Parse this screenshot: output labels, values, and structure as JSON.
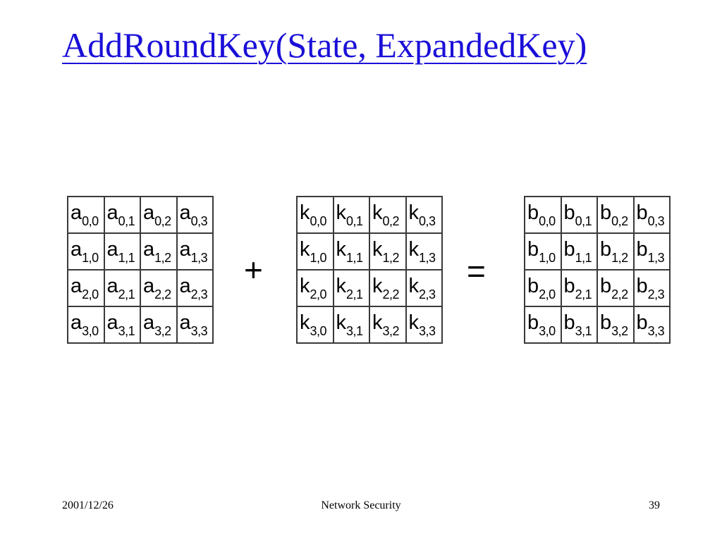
{
  "slide": {
    "title": "AddRoundKey(State, ExpandedKey)",
    "operators": {
      "plus": "+",
      "equals": "="
    },
    "footer": {
      "date": "2001/12/26",
      "center": "Network Security",
      "page": "39"
    }
  },
  "matrices": [
    {
      "name": "state",
      "cells": [
        [
          {
            "base": "a",
            "sub": "0,0"
          },
          {
            "base": "a",
            "sub": "0,1"
          },
          {
            "base": "a",
            "sub": "0,2"
          },
          {
            "base": "a",
            "sub": "0,3"
          }
        ],
        [
          {
            "base": "a",
            "sub": "1,0"
          },
          {
            "base": "a",
            "sub": "1,1"
          },
          {
            "base": "a",
            "sub": "1,2"
          },
          {
            "base": "a",
            "sub": "1,3"
          }
        ],
        [
          {
            "base": "a",
            "sub": "2,0"
          },
          {
            "base": "a",
            "sub": "2,1"
          },
          {
            "base": "a",
            "sub": "2,2"
          },
          {
            "base": "a",
            "sub": "2,3"
          }
        ],
        [
          {
            "base": "a",
            "sub": "3,0"
          },
          {
            "base": "a",
            "sub": "3,1"
          },
          {
            "base": "a",
            "sub": "3,2"
          },
          {
            "base": "a",
            "sub": "3,3"
          }
        ]
      ]
    },
    {
      "name": "key",
      "cells": [
        [
          {
            "base": "k",
            "sub": "0,0"
          },
          {
            "base": "k",
            "sub": "0,1"
          },
          {
            "base": "k",
            "sub": "0,2"
          },
          {
            "base": "k",
            "sub": "0,3"
          }
        ],
        [
          {
            "base": "k",
            "sub": "1,0"
          },
          {
            "base": "k",
            "sub": "1,1"
          },
          {
            "base": "k",
            "sub": "1,2"
          },
          {
            "base": "k",
            "sub": "1,3"
          }
        ],
        [
          {
            "base": "k",
            "sub": "2,0"
          },
          {
            "base": "k",
            "sub": "2,1"
          },
          {
            "base": "k",
            "sub": "2,2"
          },
          {
            "base": "k",
            "sub": "2,3"
          }
        ],
        [
          {
            "base": "k",
            "sub": "3,0"
          },
          {
            "base": "k",
            "sub": "3,1"
          },
          {
            "base": "k",
            "sub": "3,2"
          },
          {
            "base": "k",
            "sub": "3,3"
          }
        ]
      ]
    },
    {
      "name": "result",
      "cells": [
        [
          {
            "base": "b",
            "sub": "0,0"
          },
          {
            "base": "b",
            "sub": "0,1"
          },
          {
            "base": "b",
            "sub": "0,2"
          },
          {
            "base": "b",
            "sub": "0,3"
          }
        ],
        [
          {
            "base": "b",
            "sub": "1,0"
          },
          {
            "base": "b",
            "sub": "1,1"
          },
          {
            "base": "b",
            "sub": "1,2"
          },
          {
            "base": "b",
            "sub": "1,3"
          }
        ],
        [
          {
            "base": "b",
            "sub": "2,0"
          },
          {
            "base": "b",
            "sub": "2,1"
          },
          {
            "base": "b",
            "sub": "2,2"
          },
          {
            "base": "b",
            "sub": "2,3"
          }
        ],
        [
          {
            "base": "b",
            "sub": "3,0"
          },
          {
            "base": "b",
            "sub": "3,1"
          },
          {
            "base": "b",
            "sub": "3,2"
          },
          {
            "base": "b",
            "sub": "3,3"
          }
        ]
      ]
    }
  ],
  "colors": {
    "title": "#1a0fd8",
    "grid": "#3a3a3a",
    "text": "#000000",
    "background": "#ffffff"
  }
}
